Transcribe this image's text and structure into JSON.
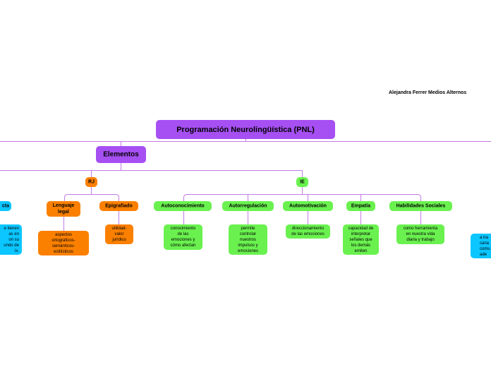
{
  "author": "Alejandra Ferrer Medios Alternos",
  "root": {
    "label": "Programación Neurolingüística (PNL)"
  },
  "elementos": {
    "label": "Elementos"
  },
  "rj": {
    "label": "RJ",
    "children": [
      {
        "label": "Lenguaje\nlegal",
        "detail": "aspectos\nortográficos-\nsemánticos-\nestilísticos"
      },
      {
        "label": "Epigrafiado",
        "detail": "utilidad-\nvalor\njurídico"
      }
    ]
  },
  "ie": {
    "label": "IE",
    "children": [
      {
        "label": "Autoconocimiento",
        "detail": "conocimiento\nde las\nemociones y\ncómo  afectan"
      },
      {
        "label": "Autorregulación",
        "detail": "permite\ncontrolar\nnuestros\nimpulsos y\nemociones"
      },
      {
        "label": "Automotivación",
        "detail": "direccionamiento\nde las emociones"
      },
      {
        "label": "Empatía",
        "detail": "capacidad de\ninterpretar\nseñales que\nlos demás\nemiten"
      },
      {
        "label": "Habilidades Sociales",
        "detail": "como herramienta\nen nuestra vida\ndiaria y trabajo"
      }
    ]
  },
  "left_partial": {
    "label": "cta",
    "detail": "e tienen\nas en\non su\nundo de\nix."
  },
  "right_partial": {
    "detail": "a tra\ncana\ncomu\nade"
  },
  "colors": {
    "purple": "#a64ff2",
    "orange": "#fb8000",
    "green": "#6af14f",
    "cyan": "#0bc6ff",
    "wire": "#c47be8"
  }
}
